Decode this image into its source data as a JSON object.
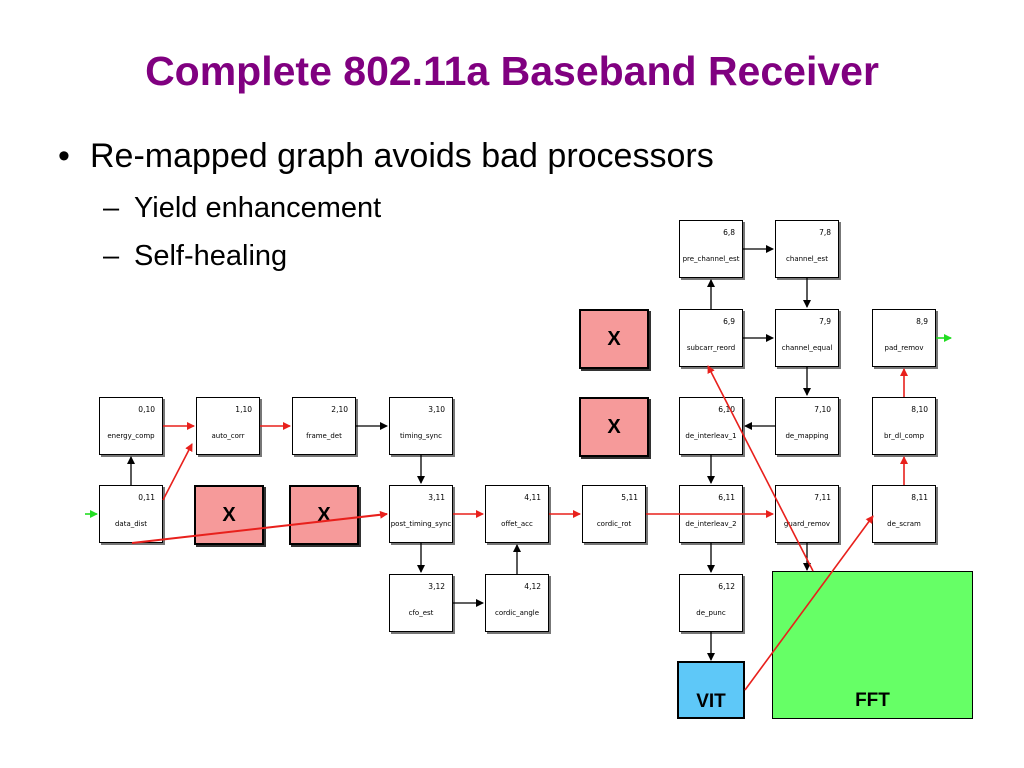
{
  "slide": {
    "title": "Complete 802.11a Baseband Receiver",
    "bullets": [
      {
        "marker": "•",
        "text": "Re-mapped graph avoids bad processors"
      }
    ],
    "subbullets": [
      {
        "marker": "–",
        "text": "Yield enhancement"
      },
      {
        "marker": "–",
        "text": "Self-healing"
      }
    ]
  },
  "graph": {
    "nodes": [
      {
        "id": "pre_channel_est",
        "coord": "6,8",
        "name": "pre_channel_est"
      },
      {
        "id": "channel_est",
        "coord": "7,8",
        "name": "channel_est"
      },
      {
        "id": "subcarr_reord",
        "coord": "6,9",
        "name": "subcarr_reord"
      },
      {
        "id": "channel_equal",
        "coord": "7,9",
        "name": "channel_equal"
      },
      {
        "id": "pad_remov",
        "coord": "8,9",
        "name": "pad_remov"
      },
      {
        "id": "energy_comp",
        "coord": "0,10",
        "name": "energy_comp"
      },
      {
        "id": "auto_corr",
        "coord": "1,10",
        "name": "auto_corr"
      },
      {
        "id": "frame_det",
        "coord": "2,10",
        "name": "frame_det"
      },
      {
        "id": "timing_sync",
        "coord": "3,10",
        "name": "timing_sync"
      },
      {
        "id": "de_interleav_1",
        "coord": "6,10",
        "name": "de_interleav_1"
      },
      {
        "id": "de_mapping",
        "coord": "7,10",
        "name": "de_mapping"
      },
      {
        "id": "br_dl_comp",
        "coord": "8,10",
        "name": "br_dl_comp"
      },
      {
        "id": "data_dist",
        "coord": "0,11",
        "name": "data_dist"
      },
      {
        "id": "post_timing_sync",
        "coord": "3,11",
        "name": "post_timing_sync"
      },
      {
        "id": "offet_acc",
        "coord": "4,11",
        "name": "offet_acc"
      },
      {
        "id": "cordic_rot",
        "coord": "5,11",
        "name": "cordic_rot"
      },
      {
        "id": "de_interleav_2",
        "coord": "6,11",
        "name": "de_interleav_2"
      },
      {
        "id": "guard_remov",
        "coord": "7,11",
        "name": "guard_remov"
      },
      {
        "id": "de_scram",
        "coord": "8,11",
        "name": "de_scram"
      },
      {
        "id": "cfo_est",
        "coord": "3,12",
        "name": "cfo_est"
      },
      {
        "id": "cordic_angle",
        "coord": "4,12",
        "name": "cordic_angle"
      },
      {
        "id": "de_punc",
        "coord": "6,12",
        "name": "de_punc"
      }
    ],
    "bad_processors": [
      {
        "id": "bad-5-9",
        "label": "X"
      },
      {
        "id": "bad-5-10",
        "label": "X"
      },
      {
        "id": "bad-1-11",
        "label": "X"
      },
      {
        "id": "bad-2-11",
        "label": "X"
      }
    ],
    "vit_label": "VIT",
    "fft_label": "FFT",
    "colors": {
      "remapped_edge": "#e8201c",
      "io_marker": "#22dd22",
      "bad_fill": "#f69a9a",
      "vit_fill": "#5ec8f8",
      "fft_fill": "#66ff66"
    }
  }
}
